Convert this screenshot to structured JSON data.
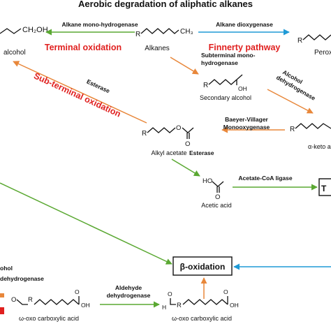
{
  "title": "Aerobic degradation of aliphatic alkanes",
  "colors": {
    "green": "#5aa832",
    "blue": "#1f9ad6",
    "orange": "#e8873a",
    "red": "#e0201f",
    "ink": "#111111"
  },
  "pathway_labels": {
    "terminal": "Terminal oxidation",
    "finnerty": "Finnerty pathway",
    "subterminal": "Sub-terminal oxidation"
  },
  "enzymes": {
    "alkane_monohydrogenase": "Alkane mono-hydrogenase",
    "alkane_dioxygenase": "Alkane dioxygenase",
    "subterminal_mono_line1": "Subterminal mono-",
    "subterminal_mono_line2": "hydrogenase",
    "alcohol_dh_line1": "Alcohol",
    "alcohol_dh_line2": "dehydrogenase",
    "esterase_top": "Esterase",
    "baeyer_villiger_line1": "Baeyer-Villager",
    "baeyer_villiger_line2": "Monooxygenase",
    "esterase_lower": "Esterase",
    "acetate_coa_ligase": "Acetate-CoA ligase",
    "left_alcohol_partial": "ohol",
    "left_dehydrogenase_partial": "dehydrogenase",
    "aldehyde_dh_line1": "Aldehyde",
    "aldehyde_dh_line2": "dehydrogenase"
  },
  "compounds": {
    "alcohol_formula": "CH₂OH",
    "alcohol_name": "alcohol",
    "alkane_label": "Alkanes",
    "alkane_formula": "CH₃",
    "peroxide_partial": "Perox",
    "secondary_alcohol": "Secondary alcohol",
    "secondary_oh": "OH",
    "alpha_keto_partial": "α-keto al",
    "alkyl_acetate": "Alkyl acetate",
    "acetic_acid": "Acetic acid",
    "omega_oxo_left": "ω-oxo carboxylic acid",
    "omega_oxo_right": "ω-oxo carboxylic acid"
  },
  "atoms": {
    "R": "R",
    "O": "O",
    "OH": "OH",
    "HO": "HO",
    "H": "H"
  },
  "boxes": {
    "beta_oxidation": "β-oxidation",
    "tca_partial": "T"
  }
}
